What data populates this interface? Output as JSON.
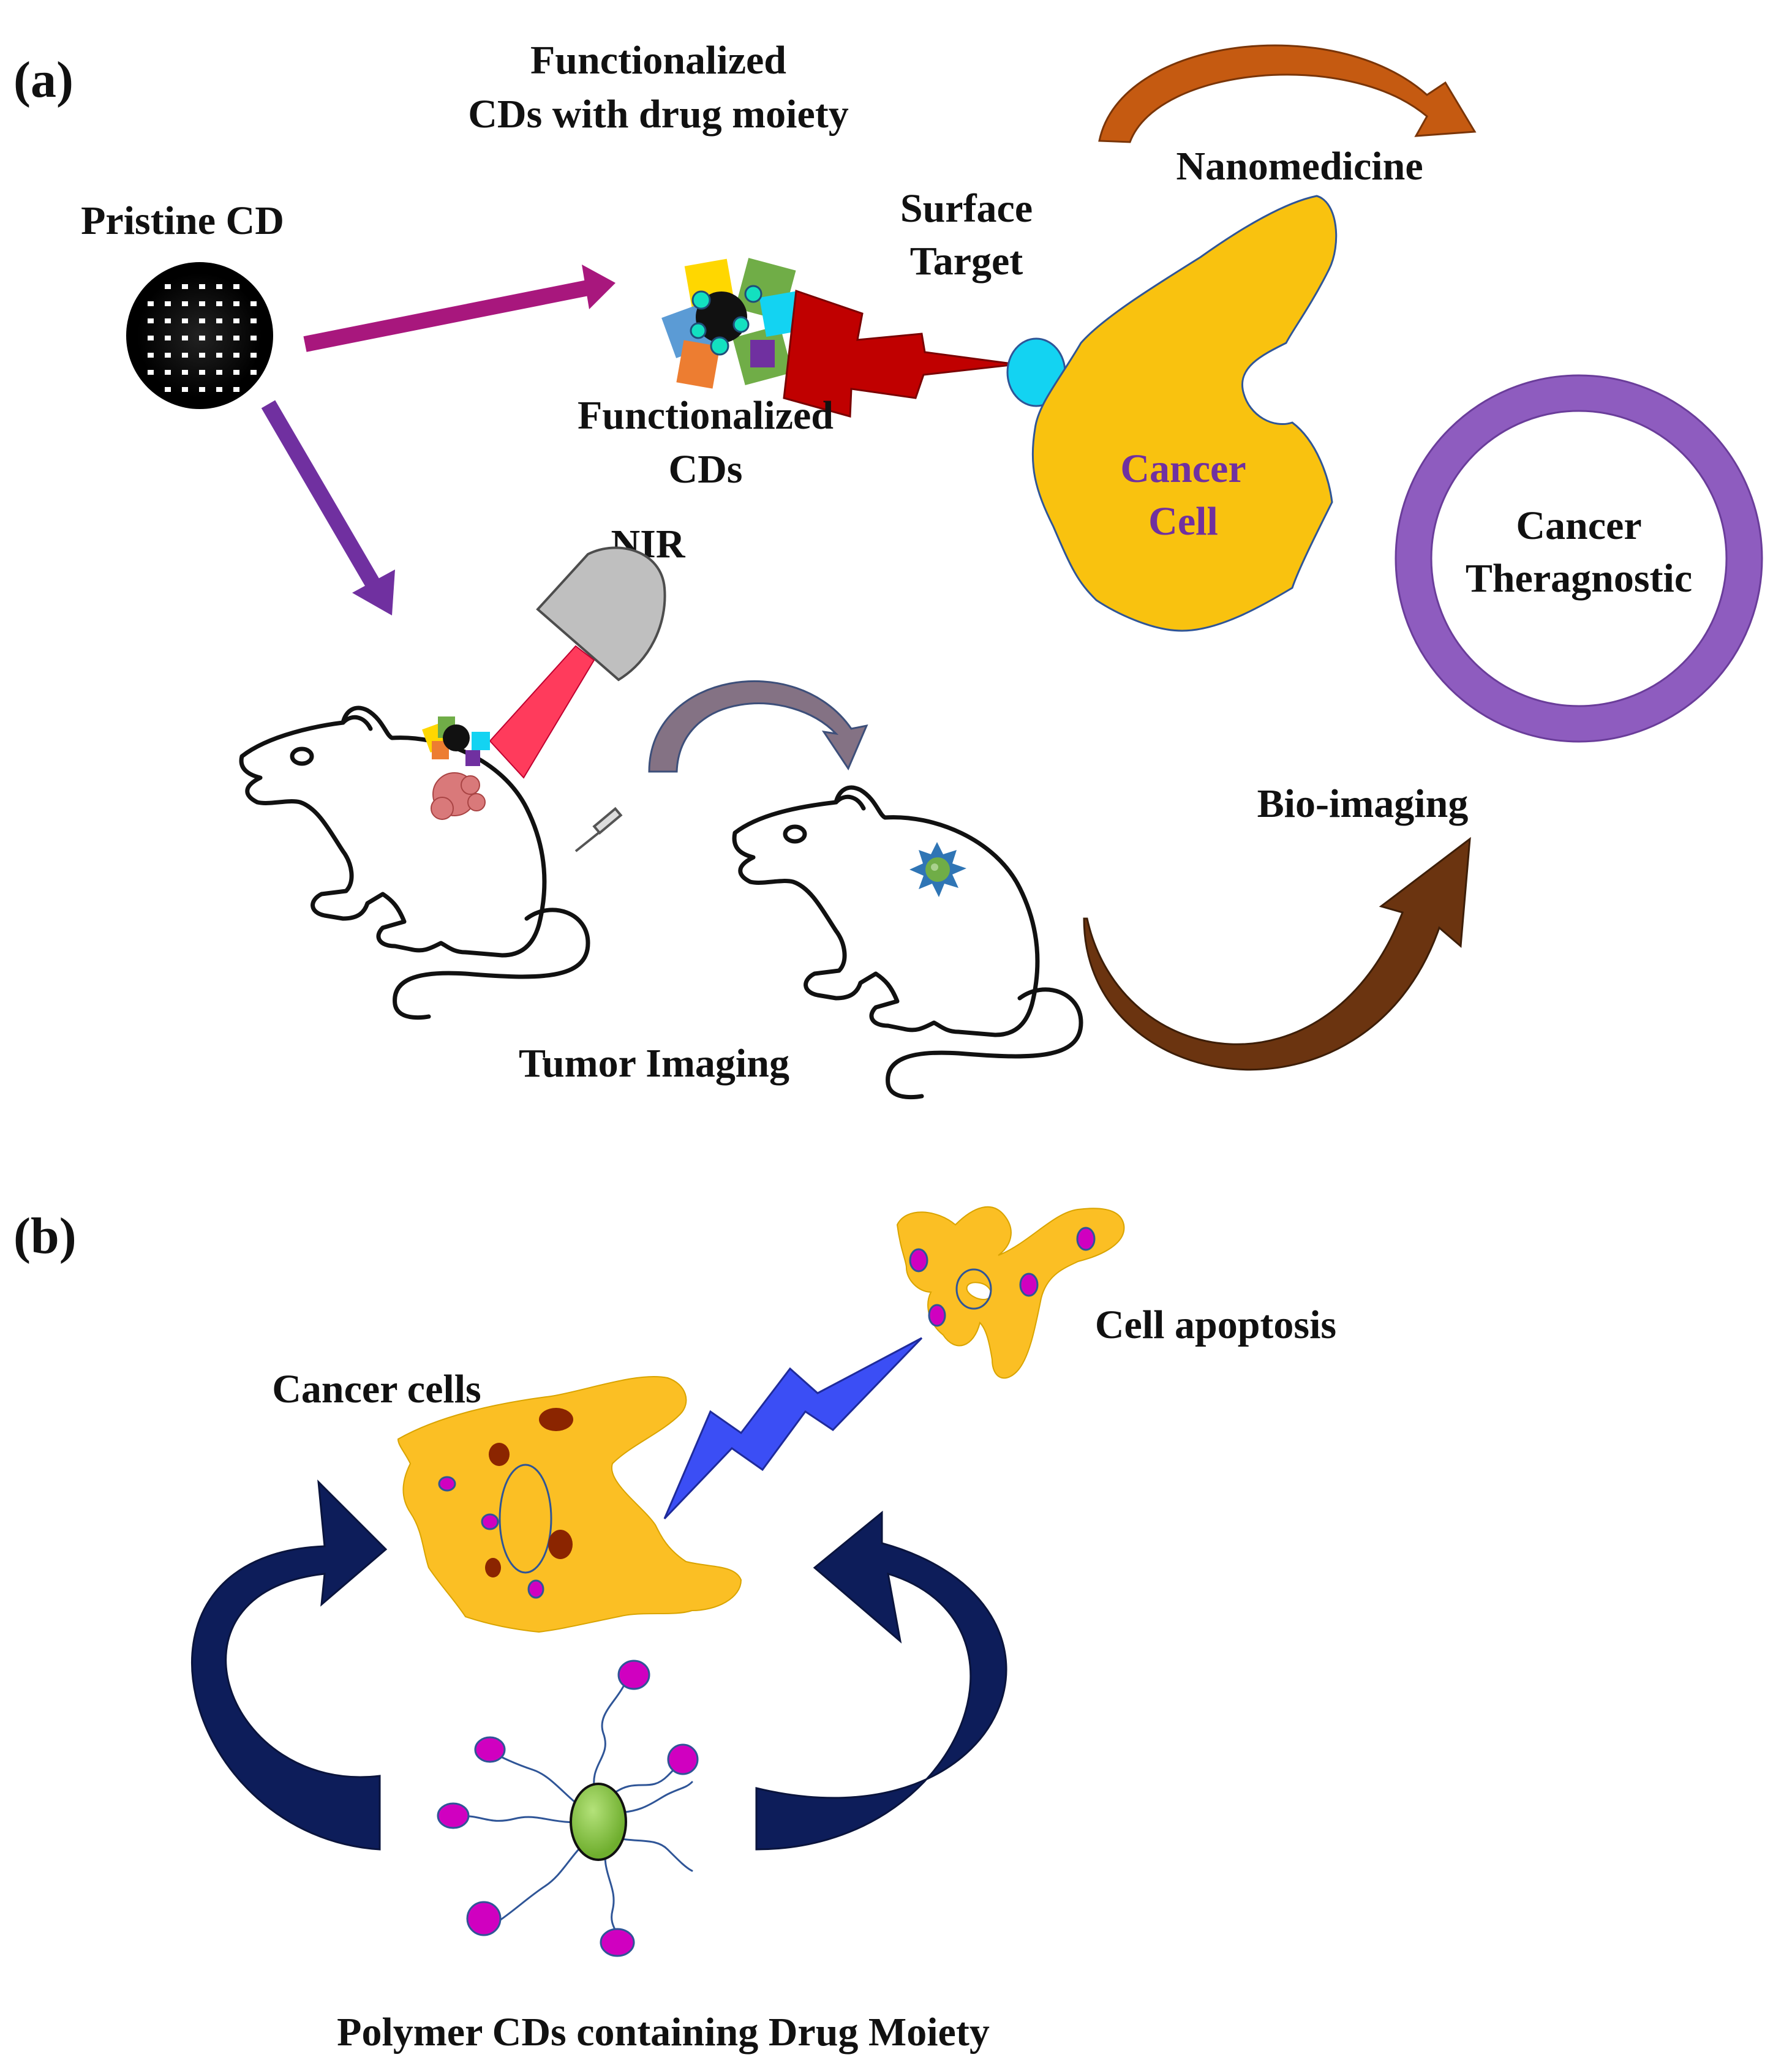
{
  "panel_a": {
    "letter": "(a)",
    "functionalized_drug_line1": "Functionalized",
    "functionalized_drug_line2": "CDs with drug moiety",
    "pristine_cd": "Pristine CD",
    "surface_target_line1": "Surface",
    "surface_target_line2": "Target",
    "nanomedicine": "Nanomedicine",
    "functionalized_cds_line1": "Functionalized",
    "functionalized_cds_line2": "CDs",
    "cancer_cell_line1": "Cancer",
    "cancer_cell_line2": "Cell",
    "theragnostic_line1": "Cancer",
    "theragnostic_line2": "Theragnostic",
    "nir": "NIR",
    "bio_imaging": "Bio-imaging",
    "tumor_imaging": "Tumor Imaging"
  },
  "panel_b": {
    "letter": "(b)",
    "cell_apoptosis": "Cell apoptosis",
    "cancer_cells": "Cancer cells",
    "polymer_cds": "Polymer CDs containing Drug Moiety"
  },
  "colors": {
    "cell_yellow": "#f9c20f",
    "cell_purple_text": "#7030a0",
    "ring_purple": "#8e5cbf",
    "magenta_arrow": "#a8177d",
    "purple_arrow": "#7030a0",
    "bolt_red": "#c00000",
    "bolt_blue": "#3b4ef5",
    "navy_arrow": "#0d1d5a",
    "brown_arrow": "#6b3410",
    "orange_arrow": "#c55a11",
    "grey_arrow": "#7f6f7f",
    "target_cyan": "#13d3f2",
    "drug_magenta": "#d000c0",
    "core_green": "#92d050"
  }
}
